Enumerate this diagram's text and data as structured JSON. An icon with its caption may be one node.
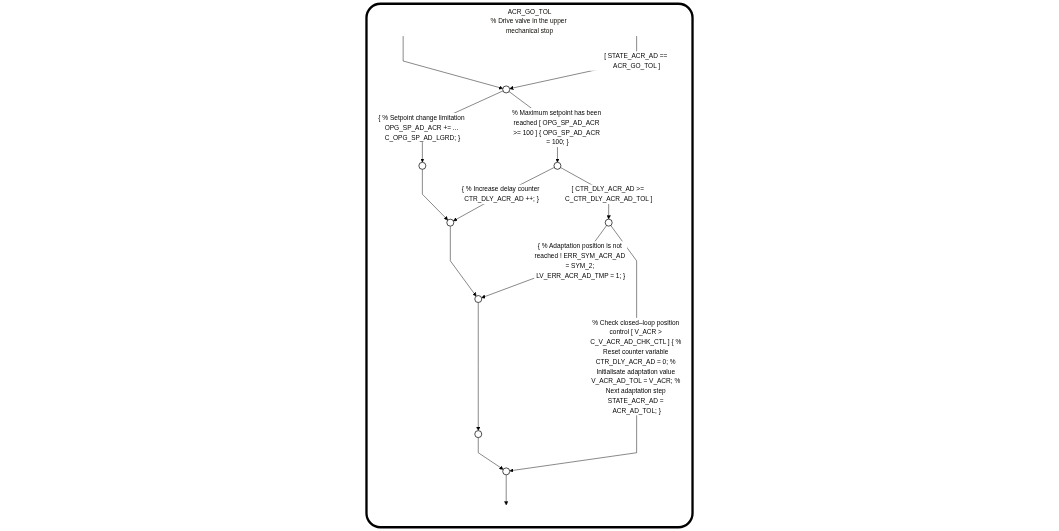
{
  "diagram": {
    "nodes": [
      {
        "text": [
          "ACR_GO_TOL",
          "% Drive valve in the upper mechanical stop"
        ]
      },
      {
        "text": [],
        "shape": "circle",
        "in": 0
      },
      {
        "text": [],
        "shape": "circle",
        "in": 0
      },
      {
        "text": [],
        "shape": "circle",
        "in": 0
      },
      {
        "text": [],
        "shape": "circle",
        "in": 0
      },
      {
        "text": [],
        "shape": "circle",
        "in": 0
      },
      {
        "text": [],
        "shape": "circle",
        "in": 0
      },
      {
        "text": [],
        "shape": "circle",
        "in": 0
      },
      {
        "text": [],
        "shape": "circle",
        "in": 0
      }
    ],
    "edges": [
      {
        "from": null,
        "to": 1,
        "arrow": "to"
      },
      {
        "from": null,
        "to": 1,
        "arrow": "to",
        "label": "[ STATE_ACR_AD == ACR_GO_TOL ]"
      },
      {
        "from": 1,
        "to": 2,
        "arrow": "to",
        "label": "{ % Setpoint change limitation OPG_SP_AD_ACR += ... C_OPG_SP_AD_LGRD; }"
      },
      {
        "from": 1,
        "to": 3,
        "arrow": "to",
        "label": "% Maximum setpoint has been reached [ OPG_SP_AD_ACR >= 100 ] { OPG_SP_AD_ACR = 100; }"
      },
      {
        "from": 2,
        "to": 4,
        "arrow": "to"
      },
      {
        "from": 3,
        "to": 4,
        "arrow": "to",
        "label": "{ % Increase delay counter CTR_DLY_ACR_AD ++; }"
      },
      {
        "from": 3,
        "to": 5,
        "arrow": "to",
        "label": "[ CTR_DLY_ACR_AD >= C_CTR_DLY_ACR_AD_TOL ]"
      },
      {
        "from": 4,
        "to": 6,
        "arrow": "to"
      },
      {
        "from": 5,
        "to": 6,
        "arrow": "to",
        "label": "{ % Adaptation position is not reached ! ERR_SYM_ACR_AD = SYM_2; LV_ERR_ACR_AD_TMP = 1; }"
      },
      {
        "from": 5,
        "to": 7,
        "arrow": "to",
        "label": "% Check closed–loop position control [ V_ACR > C_V_ACR_AD_CHK_CTL ] { % Reset counter variable CTR_DLY_ACR_AD = 0; % Initialisate adaptation value V_ACR_AD_TOL = V_ACR; % Next adaptation step STATE_ACR_AD = ACR_AD_TOL; }"
      },
      {
        "from": 6,
        "to": 8,
        "arrow": "to"
      },
      {
        "from": 8,
        "to": 7,
        "arrow": "to"
      },
      {
        "from": 7,
        "to": null,
        "arrow": "to"
      }
    ]
  }
}
